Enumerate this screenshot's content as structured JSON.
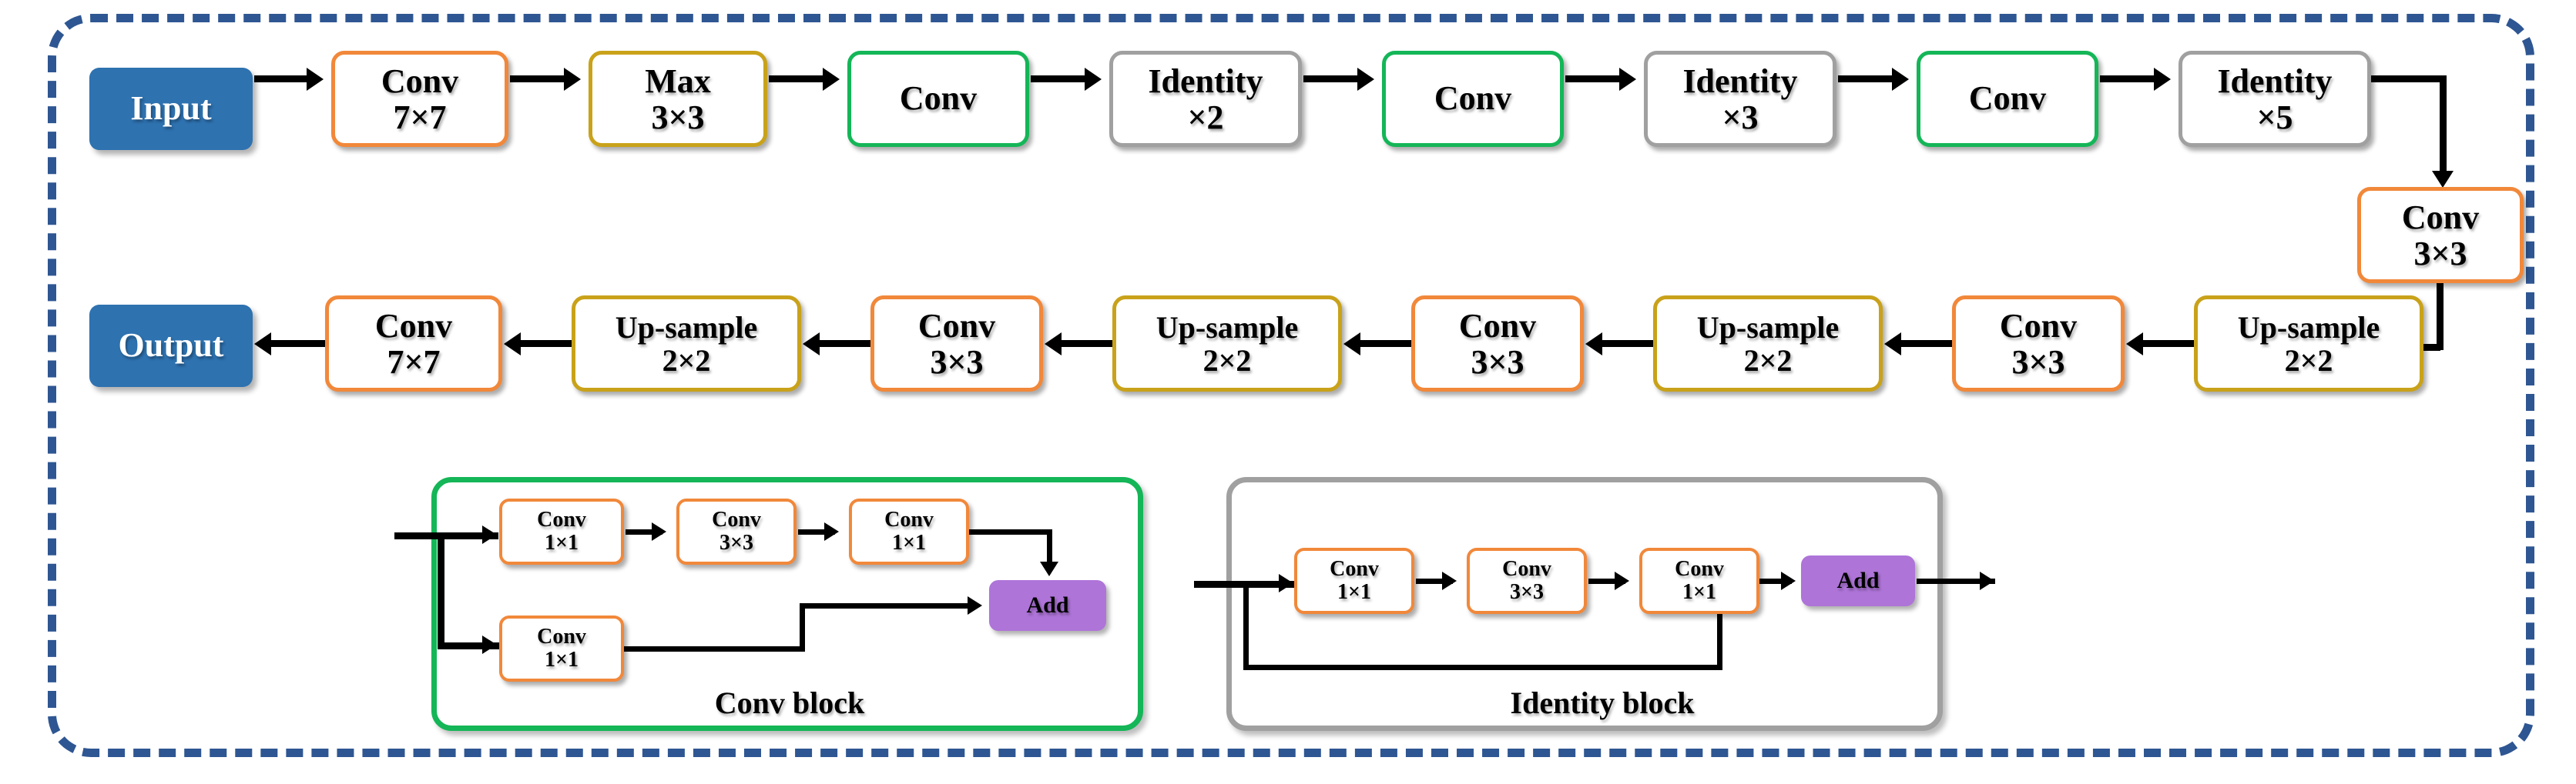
{
  "diagram": {
    "title": "ResNet-style encoder-decoder network architecture",
    "colors": {
      "container_dash": "#2E5692",
      "conv_orange": "#F1883A",
      "pool_gold": "#C9A21A",
      "convblock_green": "#14B657",
      "identityblock_gray": "#A0A0A0",
      "io_blue": "#2E72B0",
      "add_purple": "#AE74D8",
      "arrow_black": "#000000"
    }
  },
  "encoder_row": [
    {
      "id": "input",
      "line1": "Input",
      "line2": "",
      "style": "filled-blue"
    },
    {
      "id": "conv7x7",
      "line1": "Conv",
      "line2": "7×7",
      "style": "b-orange"
    },
    {
      "id": "max3x3",
      "line1": "Max",
      "line2": "3×3",
      "style": "b-gold"
    },
    {
      "id": "convblock1",
      "line1": "Conv",
      "line2": "",
      "style": "b-green"
    },
    {
      "id": "identity2",
      "line1": "Identity",
      "line2": "×2",
      "style": "b-gray"
    },
    {
      "id": "convblock2",
      "line1": "Conv",
      "line2": "",
      "style": "b-green"
    },
    {
      "id": "identity3",
      "line1": "Identity",
      "line2": "×3",
      "style": "b-gray"
    },
    {
      "id": "convblock3",
      "line1": "Conv",
      "line2": "",
      "style": "b-green"
    },
    {
      "id": "identity5",
      "line1": "Identity",
      "line2": "×5",
      "style": "b-gray"
    }
  ],
  "bridge": {
    "id": "bridge-conv3x3",
    "line1": "Conv",
    "line2": "3×3",
    "style": "b-orange"
  },
  "decoder_row": [
    {
      "id": "output",
      "line1": "Output",
      "line2": "",
      "style": "filled-blue"
    },
    {
      "id": "d-conv7x7",
      "line1": "Conv",
      "line2": "7×7",
      "style": "b-orange"
    },
    {
      "id": "d-up4",
      "line1": "Up-sample",
      "line2": "2×2",
      "style": "b-gold"
    },
    {
      "id": "d-conv3x3c",
      "line1": "Conv",
      "line2": "3×3",
      "style": "b-orange"
    },
    {
      "id": "d-up3",
      "line1": "Up-sample",
      "line2": "2×2",
      "style": "b-gold"
    },
    {
      "id": "d-conv3x3b",
      "line1": "Conv",
      "line2": "3×3",
      "style": "b-orange"
    },
    {
      "id": "d-up2",
      "line1": "Up-sample",
      "line2": "2×2",
      "style": "b-gold"
    },
    {
      "id": "d-conv3x3a",
      "line1": "Conv",
      "line2": "3×3",
      "style": "b-orange"
    },
    {
      "id": "d-up1",
      "line1": "Up-sample",
      "line2": "2×2",
      "style": "b-gold"
    }
  ],
  "conv_block": {
    "caption": "Conv block",
    "main_path": [
      {
        "line1": "Conv",
        "line2": "1×1"
      },
      {
        "line1": "Conv",
        "line2": "3×3"
      },
      {
        "line1": "Conv",
        "line2": "1×1"
      }
    ],
    "shortcut_path": [
      {
        "line1": "Conv",
        "line2": "1×1"
      }
    ],
    "add": "Add"
  },
  "identity_block": {
    "caption": "Identity block",
    "main_path": [
      {
        "line1": "Conv",
        "line2": "1×1"
      },
      {
        "line1": "Conv",
        "line2": "3×3"
      },
      {
        "line1": "Conv",
        "line2": "1×1"
      }
    ],
    "add": "Add"
  }
}
